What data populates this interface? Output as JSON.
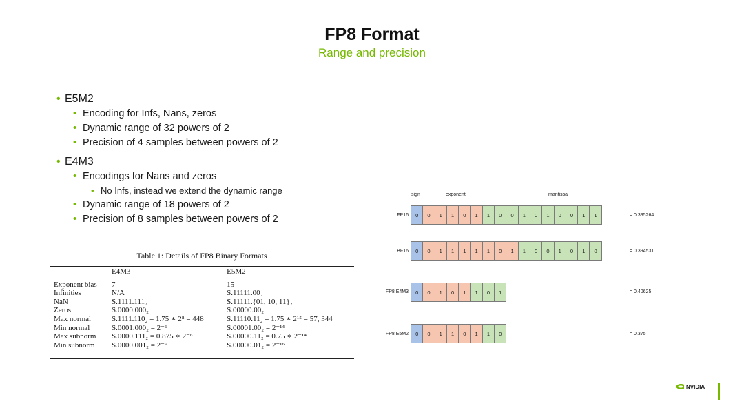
{
  "slide": {
    "title": "FP8 Format",
    "subtitle": "Range and precision",
    "accent_color": "#76b900"
  },
  "bullets": {
    "e5m2": {
      "label": "E5M2",
      "items": [
        "Encoding for Infs, Nans, zeros",
        "Dynamic range of 32 powers of 2",
        "Precision of 4 samples between powers of 2"
      ]
    },
    "e4m3": {
      "label": "E4M3",
      "item1": "Encodings for Nans and zeros",
      "item1_sub": "No Infs, instead we extend the dynamic range",
      "item2": "Dynamic range of 18 powers of 2",
      "item3": "Precision of 8 samples between powers of 2"
    }
  },
  "table": {
    "caption": "Table 1: Details of FP8 Binary Formats",
    "headers": [
      "",
      "E4M3",
      "E5M2"
    ],
    "rows": [
      {
        "label": "Exponent bias",
        "e4m3": "7",
        "e5m2": "15"
      },
      {
        "label": "Infinities",
        "e4m3": "N/A",
        "e5m2": "S.11111.00₂"
      },
      {
        "label": "NaN",
        "e4m3": "S.1111.111₂",
        "e5m2": "S.11111.{01, 10, 11}₂"
      },
      {
        "label": "Zeros",
        "e4m3": "S.0000.000₂",
        "e5m2": "S.00000.00₂"
      },
      {
        "label": "Max normal",
        "e4m3": "S.1111.110₂ = 1.75 ∗ 2⁸ = 448",
        "e5m2": "S.11110.11₂ = 1.75 ∗ 2¹⁵ = 57, 344"
      },
      {
        "label": "Min normal",
        "e4m3": "S.0001.000₂ = 2⁻⁶",
        "e5m2": "S.00001.00₂ = 2⁻¹⁴"
      },
      {
        "label": "Max subnorm",
        "e4m3": "S.0000.111₂ = 0.875 ∗ 2⁻⁶",
        "e5m2": "S.00000.11₂ = 0.75 ∗ 2⁻¹⁴"
      },
      {
        "label": "Min subnorm",
        "e4m3": "S.0000.001₂ = 2⁻⁹",
        "e5m2": "S.00000.01₂ = 2⁻¹⁶"
      }
    ]
  },
  "diagram": {
    "headers": {
      "sign": "sign",
      "exponent": "exponent",
      "mantissa": "mantissa"
    },
    "colors": {
      "sign": "#a9c3e8",
      "exponent": "#f7c6b0",
      "mantissa": "#c8e3b8"
    },
    "rows": [
      {
        "label": "FP16",
        "sign": "0",
        "exponent": [
          "0",
          "1",
          "1",
          "0",
          "1"
        ],
        "mantissa": [
          "1",
          "0",
          "0",
          "1",
          "0",
          "1",
          "0",
          "0",
          "1",
          "1"
        ],
        "value": "= 0.395264"
      },
      {
        "label": "BF16",
        "sign": "0",
        "exponent": [
          "0",
          "1",
          "1",
          "1",
          "1",
          "1",
          "0",
          "1"
        ],
        "mantissa": [
          "1",
          "0",
          "0",
          "1",
          "0",
          "1",
          "0"
        ],
        "value": "= 0.394531"
      },
      {
        "label": "FP8 E4M3",
        "sign": "0",
        "exponent": [
          "0",
          "1",
          "0",
          "1"
        ],
        "mantissa": [
          "1",
          "0",
          "1"
        ],
        "value": "= 0.40625"
      },
      {
        "label": "FP8 E5M2",
        "sign": "0",
        "exponent": [
          "0",
          "1",
          "1",
          "0",
          "1"
        ],
        "mantissa": [
          "1",
          "0"
        ],
        "value": "= 0.375"
      }
    ]
  },
  "footer": {
    "logo_text": "NVIDIA"
  }
}
